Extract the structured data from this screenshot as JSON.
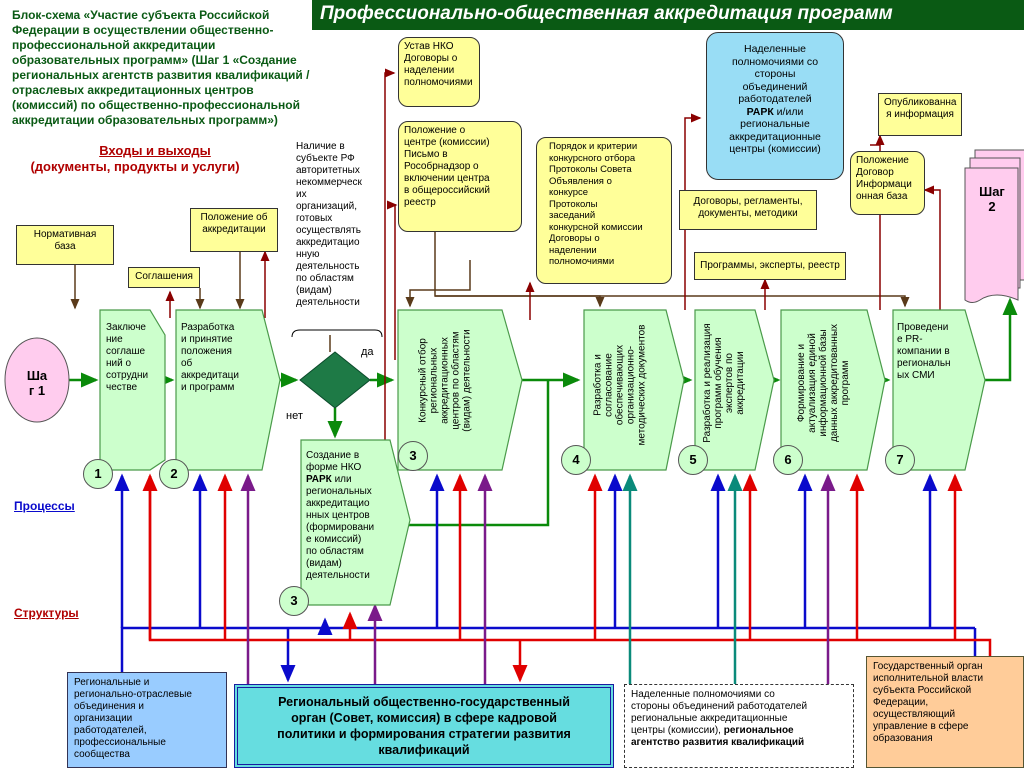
{
  "header": {
    "slide_title": "Профессионально-общественная аккредитация программ",
    "block_description": "Блок-схема «Участие субъекта Российской Федерации в осуществлении общественно-профессиональной аккредитации образовательных программ» (Шаг 1 «Создание региональных агентств развития квалификаций / отраслевых аккредитационных центров (комиссий) по общественно-профессиональной аккредитации образовательных программ»)",
    "io_title": "Входы и выходы",
    "io_subtitle": "(документы, продукты и услуги)",
    "processes_label": "Процессы",
    "structures_label": "Структуры"
  },
  "steps": {
    "step1": "Ша\nг 1",
    "step2": "Шаг\n2"
  },
  "documents": {
    "norm_base": "Нормативная\nбаза",
    "agreements": "Соглашения",
    "accreditation_regulation": "Положение об\nаккредитации",
    "nko_presence": "Наличие в\nсубъекте РФ\nавторитетных\nнекоммерческ\nих\nорганизаций,\nготовых\nосуществлять\nаккредитацио\nнную\nдеятельность\nпо областям\n(видам)\nдеятельности",
    "nko_charter": "Устав НКО\nДоговоры о\nнаделении\nполномочиями",
    "center_regulation": "Положение о\nцентре (комиссии)\nПисьмо в\nРособрнадзор о\nвключении центра\nв общероссийский\nреестр",
    "selection_procedure": "Порядок и критерии\nконкурсного отбора\nПротоколы Совета\nОбъявления о\nконкурсе\nПротоколы\nзаседаний\nконкурсной комиссии\nДоговоры о\nнаделении\nполномочиями",
    "empowered": "Наделенные\nполномочиями со\nстороны\nобъединений\nработодателей\nРАРК и/или\nрегиональные\nаккредитационные\nцентры (комиссии)",
    "empowered_bold": "РАРК",
    "published_info": "Опубликованна\nя информация",
    "contracts_regs": "Договоры, регламенты,\nдокументы, методики",
    "programs_experts": "Программы, эксперты, реестр",
    "regulation_contract": "Положение\nДоговор\nИнформаци\nонная база"
  },
  "processes": {
    "p1": "Заключе\nние\nсоглаше\nний о\nсотрудни\nчестве",
    "p2": "Разработка\nи принятие\nположения\nоб\nаккредитаци\nи программ",
    "decision_yes": "да",
    "decision_no": "нет",
    "p3a": "Конкурсный отбор\nрегиональных\nаккредитационных\nцентров по областям\n(видам) деятельности",
    "p3b": "Создание в\nформе НКО\nРАРК или\nрегиональных\nаккредитацио\nнных центров\n(формировани\nе комиссий)\nпо областям\n(видам)\nдеятельности",
    "p4": "Разработка и\nсогласование\nобеспечивающих\nорганизационно-\nметодических документов",
    "p5": "Разработка и реализация\nпрограмм обучения\nэкспертов по\nаккредитации",
    "p6": "Формирование и\nактуализация единой\nинформационной базы\nданных аккредитованных\nпрограмм",
    "p7": "Проведени\nе PR-\nкомпании в\nрегиональн\nых СМИ"
  },
  "numbers": {
    "n1": "1",
    "n2": "2",
    "n3a": "3",
    "n3b": "3",
    "n4": "4",
    "n5": "5",
    "n6": "6",
    "n7": "7"
  },
  "structures": {
    "employers": "Региональные и\nрегионально-отраслевые\nобъединения и\nорганизации\nработодателей,\nпрофессиональные\nсообщества",
    "council": "Региональный общественно-государственный\nорган (Совет, комиссия) в сфере кадровой\nполитики и формирования стратегии развития\nквалификаций",
    "empowered_struct": "Наделенные полномочиями со\nстороны объединений работодателей\nрегиональные аккредитационные\nцентры (комиссии), ",
    "empowered_struct_bold": "региональное\nагентство развития квалификаций",
    "gov": "Государственный орган\nисполнительной власти\nсубъекта Российской\nФедерации,\nосуществляющий\nуправление в сфере\nобразования"
  },
  "colors": {
    "title_bg": "#0a5a14",
    "process_fill": "#ccffcc",
    "doc_fill": "#ffff99",
    "decision_fill": "#1e7a46",
    "flow_green": "#0a8a0a",
    "doc_line": "#7a0000",
    "blue_line": "#0a0acc",
    "red_line": "#e00000",
    "purple_line": "#7a1a8a",
    "teal_line": "#0a8a7a",
    "employers_bg": "#99ccff",
    "council_bg": "#66dde0",
    "gov_bg": "#ffcc99",
    "step2_bg": "#ffccee",
    "step1_bg": "#ffccee"
  }
}
